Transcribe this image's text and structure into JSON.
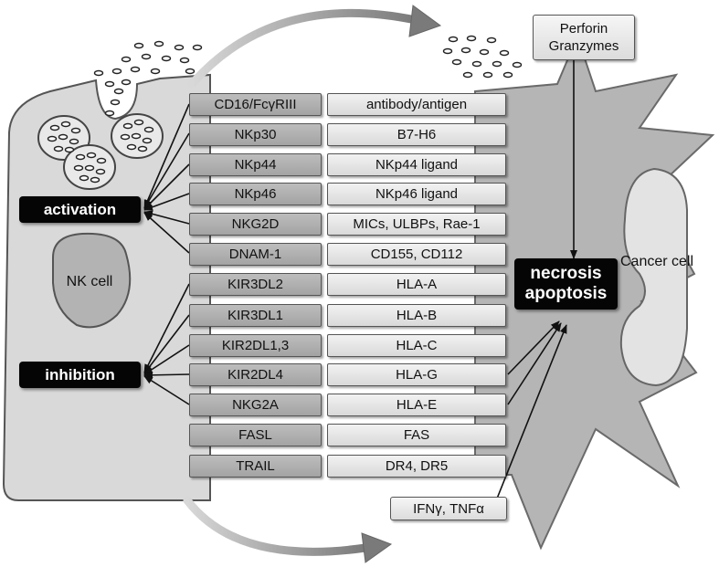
{
  "receptor_pairs": [
    {
      "receptor": "CD16/FcγRIII",
      "ligand": "antibody/antigen"
    },
    {
      "receptor": "NKp30",
      "ligand": "B7-H6"
    },
    {
      "receptor": "NKp44",
      "ligand": "NKp44 ligand"
    },
    {
      "receptor": "NKp46",
      "ligand": "NKp46 ligand"
    },
    {
      "receptor": "NKG2D",
      "ligand": "MICs, ULBPs, Rae-1"
    },
    {
      "receptor": "DNAM-1",
      "ligand": "CD155, CD112"
    },
    {
      "receptor": "KIR3DL2",
      "ligand": "HLA-A"
    },
    {
      "receptor": "KIR3DL1",
      "ligand": "HLA-B"
    },
    {
      "receptor": "KIR2DL1,3",
      "ligand": "HLA-C"
    },
    {
      "receptor": "KIR2DL4",
      "ligand": "HLA-G"
    },
    {
      "receptor": "NKG2A",
      "ligand": "HLA-E"
    },
    {
      "receptor": "FASL",
      "ligand": "FAS"
    },
    {
      "receptor": "TRAIL",
      "ligand": "DR4, DR5"
    }
  ],
  "labels": {
    "activation": "activation",
    "inhibition": "inhibition",
    "nk_cell": "NK cell",
    "cancer_cell": "Cancer cell",
    "necrosis_line1": "necrosis",
    "necrosis_line2": "apoptosis",
    "perforin_line1": "Perforin",
    "perforin_line2": "Granzymes",
    "cytokines": "IFNγ, TNFα"
  },
  "colors": {
    "nk_cell_fill": "#d9d9d9",
    "cancer_cell_fill": "#b5b5b5",
    "nucleus_fill": "#b3b3b3",
    "badge_fill": "#050505"
  }
}
